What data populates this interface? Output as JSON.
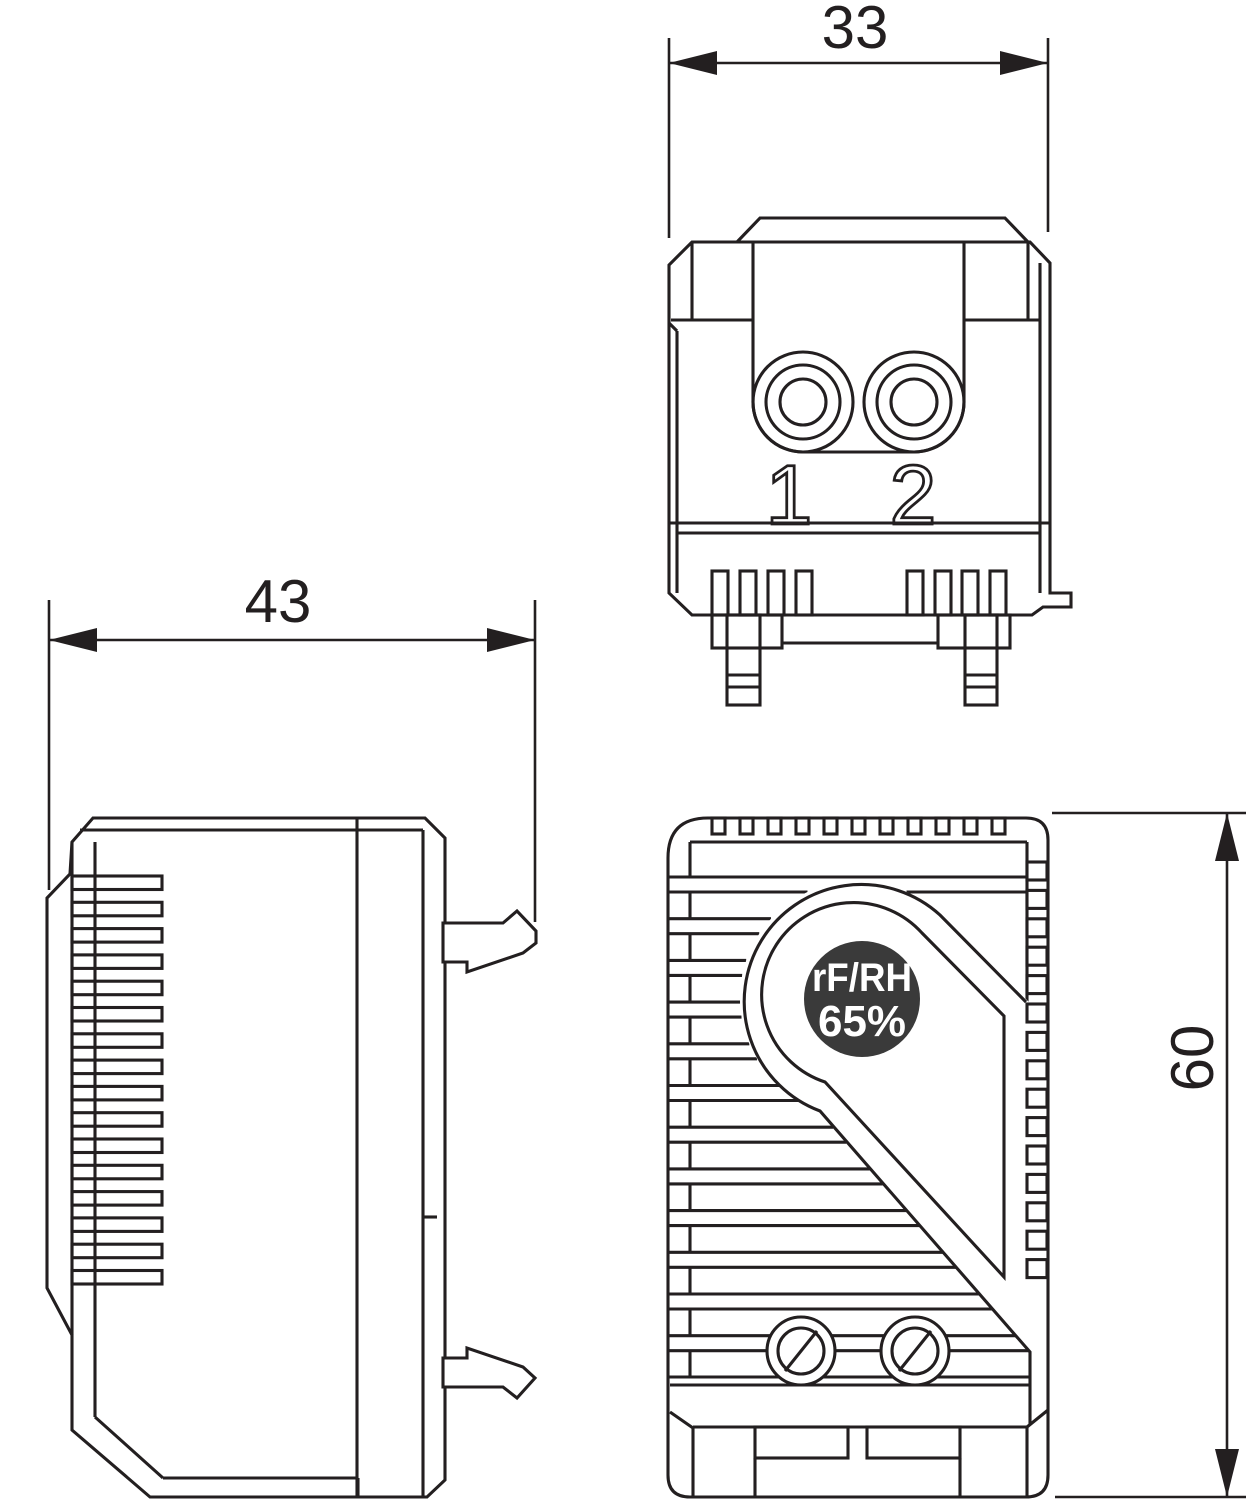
{
  "colors": {
    "line": "#231f20",
    "badge_bg": "#3a3a3a",
    "badge_text": "#ffffff",
    "background": "#ffffff"
  },
  "dimensions": {
    "top_view_width": "33",
    "side_view_depth": "43",
    "front_view_height": "60"
  },
  "top_view": {
    "terminal_labels": [
      "1",
      "2"
    ]
  },
  "front_view": {
    "badge": {
      "line1": "rF/RH",
      "line2": "65%"
    }
  }
}
